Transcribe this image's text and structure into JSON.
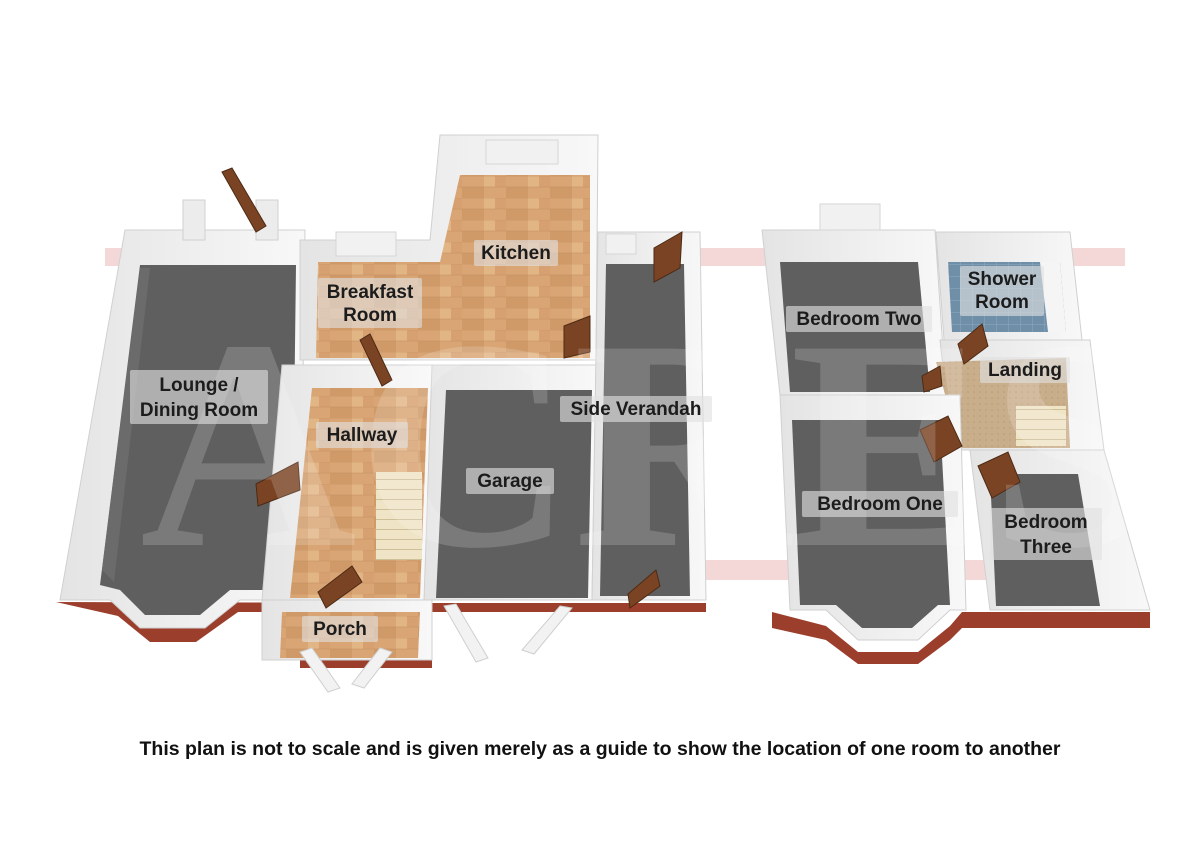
{
  "floorplan": {
    "watermark": "ACRES",
    "rooms": {
      "lounge": [
        "Lounge /",
        "Dining Room"
      ],
      "breakfast": [
        "Breakfast",
        "Room"
      ],
      "kitchen": [
        "Kitchen"
      ],
      "hallway": [
        "Hallway"
      ],
      "garage": [
        "Garage"
      ],
      "verandah": [
        "Side Verandah"
      ],
      "porch": [
        "Porch"
      ],
      "bedroom_two": [
        "Bedroom Two"
      ],
      "shower": [
        "Shower",
        "Room"
      ],
      "landing": [
        "Landing"
      ],
      "bedroom_one": [
        "Bedroom One"
      ],
      "bedroom_three": [
        "Bedroom",
        "Three"
      ]
    },
    "disclaimer": "This plan is not to scale and is given merely as a guide to show the location of one room to another"
  }
}
